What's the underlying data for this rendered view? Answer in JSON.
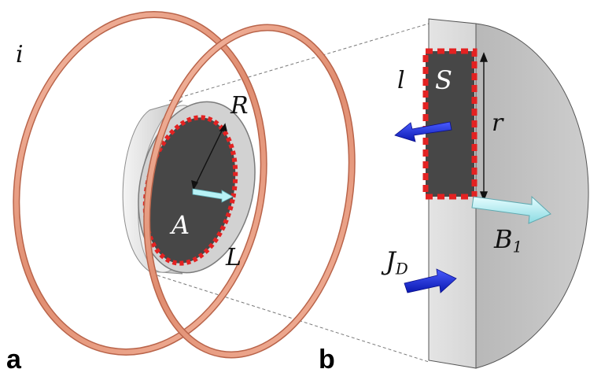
{
  "panels": {
    "a": "a",
    "b": "b"
  },
  "labels": {
    "current": "i",
    "radius": "R",
    "area": "A",
    "loop": "L",
    "small_loop": "l",
    "small_area": "S",
    "small_radius": "r",
    "field_base": "B",
    "field_sub": "1",
    "disp_current_base": "J",
    "disp_current_sub": "D"
  },
  "colors": {
    "coil": "#e79c81",
    "coil_dark": "#c26c52",
    "disk_face": "#4a4a4a",
    "disk_rim": "#cfcfcf",
    "path_dash": "#e32222",
    "arrow_blue": "#1a2ee0",
    "arrow_cyan": "#a9f0f4",
    "slab": "#c9c9c9"
  }
}
